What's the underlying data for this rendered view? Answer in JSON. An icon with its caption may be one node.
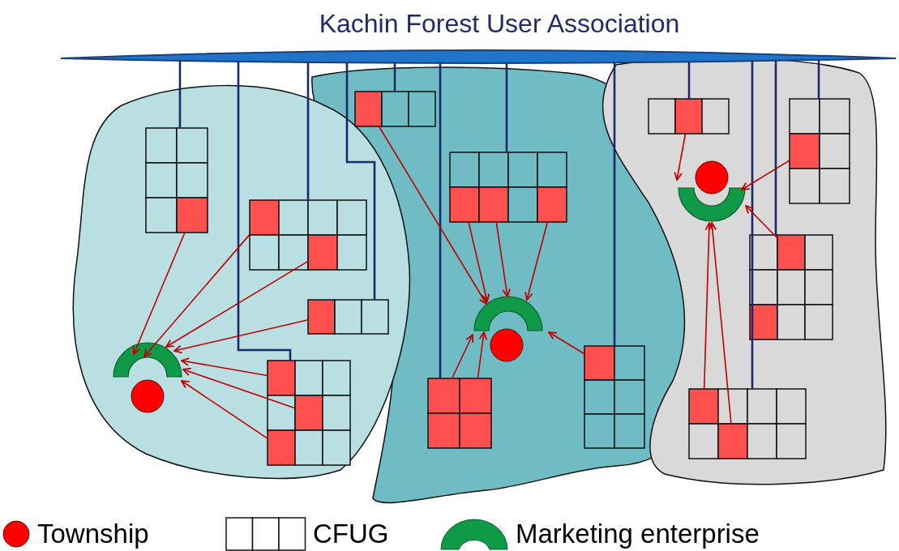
{
  "diagram": {
    "nodes": [
      {
        "text": [
          "Kachin Forest User Association"
        ]
      },
      {
        "text": [],
        "shape": "cloud"
      },
      {
        "text": [],
        "shape": "cloud"
      },
      {
        "text": [],
        "shape": "cloud"
      },
      {
        "text": [],
        "shape": "grid",
        "in": 1
      },
      {
        "text": [],
        "shape": "grid",
        "in": 1
      },
      {
        "text": [],
        "shape": "grid",
        "in": 1
      },
      {
        "text": [],
        "shape": "grid",
        "in": 1
      },
      {
        "text": [],
        "shape": "arc",
        "in": 1
      },
      {
        "text": [],
        "shape": "circle",
        "in": 1
      },
      {
        "text": [],
        "shape": "grid",
        "in": 2
      },
      {
        "text": [],
        "shape": "grid",
        "in": 2
      },
      {
        "text": [],
        "shape": "grid",
        "in": 2
      },
      {
        "text": [],
        "shape": "grid",
        "in": 2
      },
      {
        "text": [],
        "shape": "arc",
        "in": 2
      },
      {
        "text": [],
        "shape": "circle",
        "in": 2
      },
      {
        "text": [],
        "shape": "grid",
        "in": 3
      },
      {
        "text": [],
        "shape": "grid",
        "in": 3
      },
      {
        "text": [],
        "shape": "grid",
        "in": 3
      },
      {
        "text": [],
        "shape": "grid",
        "in": 3
      },
      {
        "text": [],
        "shape": "circle",
        "in": 3
      },
      {
        "text": [],
        "shape": "arc",
        "in": 3
      }
    ],
    "edges": [
      {
        "from": 4,
        "to": 0,
        "arrow": "none",
        "color": "#1a2a6c"
      },
      {
        "from": 5,
        "to": 0,
        "arrow": "none",
        "color": "#1a2a6c"
      },
      {
        "from": 6,
        "to": 0,
        "arrow": "none",
        "color": "#1a2a6c"
      },
      {
        "from": 7,
        "to": 0,
        "arrow": "none",
        "color": "#1a2a6c"
      },
      {
        "from": 10,
        "to": 0,
        "arrow": "none",
        "color": "#1a2a6c"
      },
      {
        "from": 11,
        "to": 0,
        "arrow": "none",
        "color": "#1a2a6c"
      },
      {
        "from": 12,
        "to": 0,
        "arrow": "none",
        "color": "#1a2a6c"
      },
      {
        "from": 13,
        "to": 0,
        "arrow": "none",
        "color": "#1a2a6c"
      },
      {
        "from": 16,
        "to": 0,
        "arrow": "none",
        "color": "#1a2a6c"
      },
      {
        "from": 17,
        "to": 0,
        "arrow": "none",
        "color": "#1a2a6c"
      },
      {
        "from": 18,
        "to": 0,
        "arrow": "none",
        "color": "#1a2a6c"
      },
      {
        "from": 19,
        "to": 0,
        "arrow": "none",
        "color": "#1a2a6c"
      },
      {
        "from": 4,
        "to": 8,
        "arrow": "to"
      },
      {
        "from": 5,
        "to": 8,
        "arrow": "to"
      },
      {
        "from": 5,
        "to": 8,
        "arrow": "to"
      },
      {
        "from": 6,
        "to": 8,
        "arrow": "to"
      },
      {
        "from": 7,
        "to": 8,
        "arrow": "to"
      },
      {
        "from": 7,
        "to": 8,
        "arrow": "to"
      },
      {
        "from": 7,
        "to": 8,
        "arrow": "to"
      },
      {
        "from": 10,
        "to": 14,
        "arrow": "to"
      },
      {
        "from": 11,
        "to": 14,
        "arrow": "to"
      },
      {
        "from": 11,
        "to": 14,
        "arrow": "to"
      },
      {
        "from": 11,
        "to": 14,
        "arrow": "to"
      },
      {
        "from": 12,
        "to": 14,
        "arrow": "to"
      },
      {
        "from": 12,
        "to": 14,
        "arrow": "to"
      },
      {
        "from": 13,
        "to": 14,
        "arrow": "to"
      },
      {
        "from": 16,
        "to": 21,
        "arrow": "to"
      },
      {
        "from": 17,
        "to": 21,
        "arrow": "to"
      },
      {
        "from": 18,
        "to": 21,
        "arrow": "to"
      },
      {
        "from": 19,
        "to": 21,
        "arrow": "to"
      },
      {
        "from": 19,
        "to": 21,
        "arrow": "to"
      }
    ],
    "legend": [
      {
        "text": "Township"
      },
      {
        "text": "CFUG"
      },
      {
        "text": "Marketing enterprise"
      }
    ]
  }
}
